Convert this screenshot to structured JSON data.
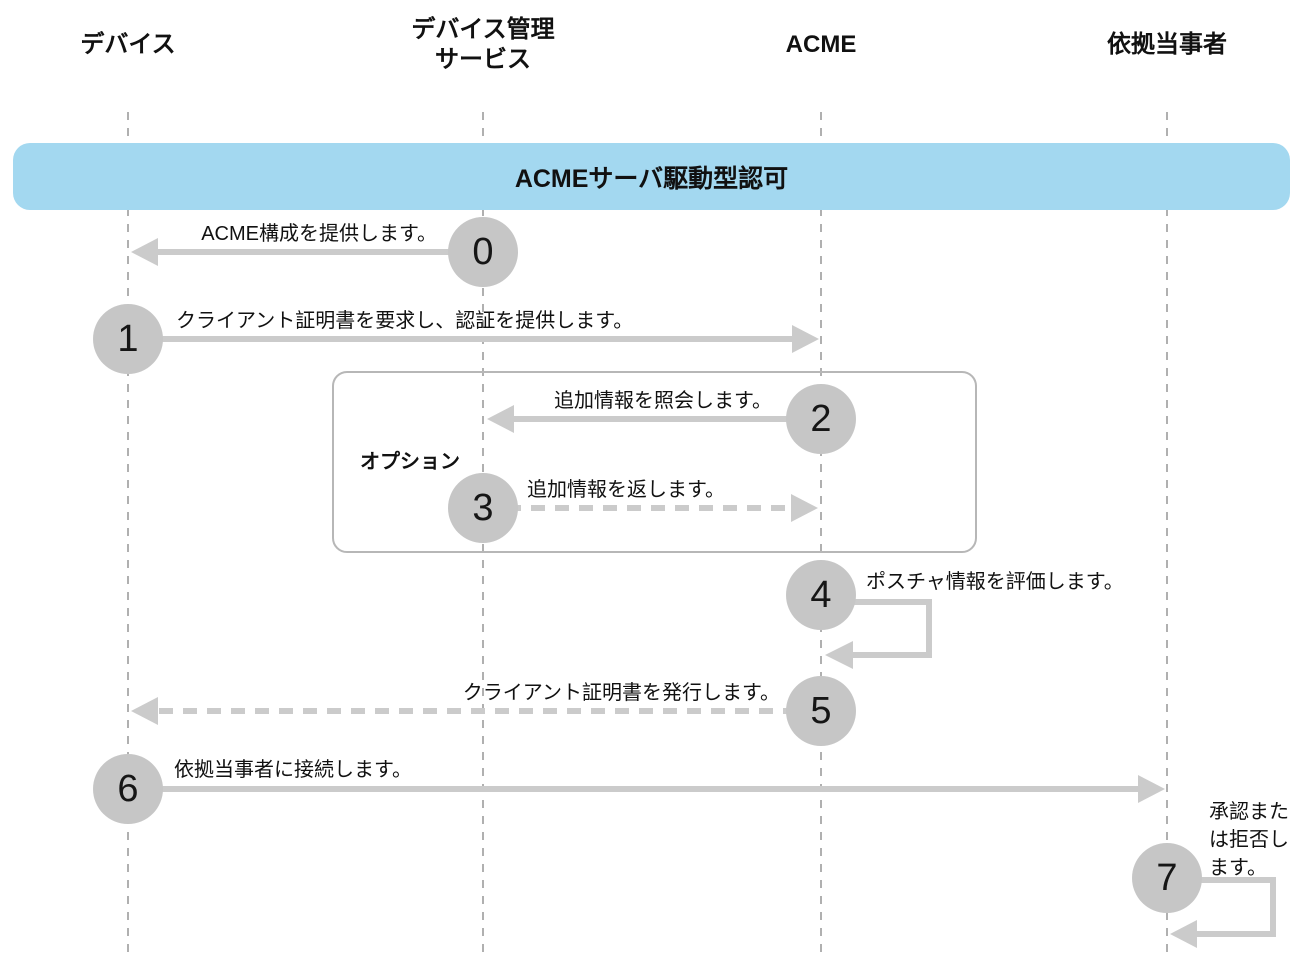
{
  "colors": {
    "banner_bg": "#a3d8f0",
    "circle": "#c6c6c6",
    "arrow": "#cbcbcb",
    "lifeline": "#b0b0b0",
    "box_border": "#b7b7b7",
    "text": "#111111"
  },
  "diagram": {
    "title_banner": "ACMEサーバ駆動型認可",
    "actors": [
      {
        "id": "device",
        "label": "デバイス"
      },
      {
        "id": "device-management-service",
        "label": "デバイス管理\nサービス"
      },
      {
        "id": "acme",
        "label": "ACME"
      },
      {
        "id": "relying-party",
        "label": "依拠当事者"
      }
    ],
    "optional_group": {
      "label": "オプション",
      "contains_steps": [
        "2",
        "3"
      ]
    },
    "steps": [
      {
        "num": "0",
        "label": "ACME構成を提供します。",
        "from": "デバイス管理サービス",
        "to": "デバイス",
        "line": "solid"
      },
      {
        "num": "1",
        "label": "クライアント証明書を要求し、認証を提供します。",
        "from": "デバイス",
        "to": "ACME",
        "line": "solid"
      },
      {
        "num": "2",
        "label": "追加情報を照会します。",
        "from": "ACME",
        "to": "デバイス管理サービス",
        "line": "solid",
        "optional": true
      },
      {
        "num": "3",
        "label": "追加情報を返します。",
        "from": "デバイス管理サービス",
        "to": "ACME",
        "line": "dashed",
        "optional": true
      },
      {
        "num": "4",
        "label": "ポスチャ情報を評価します。",
        "from": "ACME",
        "to": "ACME",
        "line": "self-loop"
      },
      {
        "num": "5",
        "label": "クライアント証明書を発行します。",
        "from": "ACME",
        "to": "デバイス",
        "line": "dashed"
      },
      {
        "num": "6",
        "label": "依拠当事者に接続します。",
        "from": "デバイス",
        "to": "依拠当事者",
        "line": "solid"
      },
      {
        "num": "7",
        "label": "承認また\nは拒否し\nます。",
        "from": "依拠当事者",
        "to": "依拠当事者",
        "line": "self-loop"
      }
    ]
  }
}
